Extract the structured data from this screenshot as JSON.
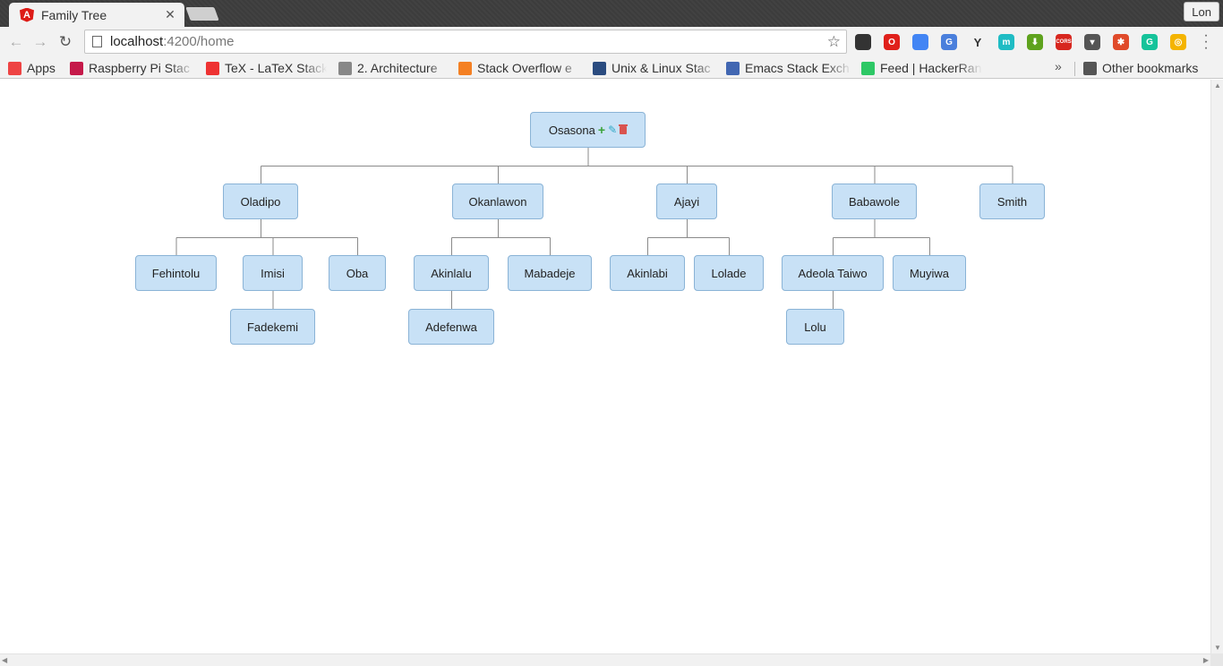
{
  "browser": {
    "tab_title": "Family Tree",
    "tab_close": "✕",
    "profile_name": "Lon",
    "url_host": "localhost",
    "url_rest": ":4200/home",
    "back_glyph": "←",
    "forward_glyph": "→",
    "reload_glyph": "↻",
    "star_glyph": "☆",
    "overflow": "»",
    "bookmarks": [
      {
        "label": "Apps",
        "icon": "apps-grid-icon"
      },
      {
        "label": "Raspberry Pi Stac",
        "icon": "raspberry-icon"
      },
      {
        "label": "TeX - LaTeX Stack",
        "icon": "tex-icon"
      },
      {
        "label": "2. Architecture",
        "icon": "page-search-icon"
      },
      {
        "label": "Stack Overflow e",
        "icon": "stackoverflow-icon"
      },
      {
        "label": "Unix & Linux Stac",
        "icon": "unix-icon"
      },
      {
        "label": "Emacs Stack Exch",
        "icon": "emacs-icon"
      },
      {
        "label": "Feed | HackerRan",
        "icon": "hackerrank-icon"
      },
      {
        "label": "Other bookmarks",
        "icon": "folder-icon"
      }
    ],
    "extensions": [
      {
        "name": "tamper-icon",
        "color": "#333333",
        "glyph": ""
      },
      {
        "name": "opera-icon",
        "color": "#e0201b",
        "glyph": "O"
      },
      {
        "name": "google-icon",
        "color": "#4285f4",
        "glyph": ""
      },
      {
        "name": "translate-icon",
        "color": "#4a7fdc",
        "glyph": "G"
      },
      {
        "name": "ycombinator-icon",
        "color": "#f2f2f2",
        "glyph": "Y"
      },
      {
        "name": "mercury-icon",
        "color": "#1fbcc4",
        "glyph": "m"
      },
      {
        "name": "download-icon",
        "color": "#5ea21d",
        "glyph": "⬇"
      },
      {
        "name": "cors-icon",
        "color": "#d7261e",
        "glyph": "CORS"
      },
      {
        "name": "pocket-icon",
        "color": "#555555",
        "glyph": "▾"
      },
      {
        "name": "basketball-icon",
        "color": "#e04a2a",
        "glyph": "✱"
      },
      {
        "name": "grammarly-icon",
        "color": "#15c39a",
        "glyph": "G"
      },
      {
        "name": "chrome-icon",
        "color": "#f4b400",
        "glyph": "◎"
      }
    ]
  },
  "tree": {
    "root": {
      "name": "Osasona",
      "actions": [
        "add-icon",
        "edit-icon",
        "delete-icon"
      ]
    },
    "children": [
      "Oladipo",
      "Okanlawon",
      "Ajayi",
      "Babawole",
      "Smith"
    ],
    "grandchildren": {
      "Oladipo": [
        "Fehintolu",
        "Imisi",
        "Oba"
      ],
      "Okanlawon": [
        "Akinlalu",
        "Mabadeje"
      ],
      "Ajayi": [
        "Akinlabi",
        "Lolade"
      ],
      "Babawole": [
        "Adeola Taiwo",
        "Muyiwa"
      ]
    },
    "great_grandchildren": {
      "Imisi": [
        "Fadekemi"
      ],
      "Akinlalu": [
        "Adefenwa"
      ],
      "Adeola Taiwo": [
        "Lolu"
      ]
    }
  }
}
